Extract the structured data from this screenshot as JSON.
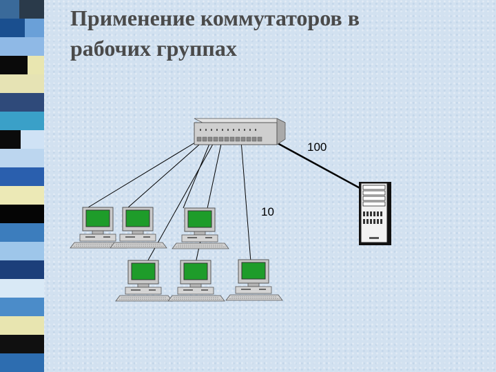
{
  "title": {
    "line1": "Применение коммутаторов в",
    "line2": "рабочих группах"
  },
  "diagram": {
    "uplink_label": "100",
    "access_label": "10",
    "nodes": [
      "switch-icon",
      "server-icon",
      "workstation-icon",
      "workstation-icon",
      "workstation-icon",
      "workstation-icon",
      "workstation-icon",
      "workstation-icon"
    ],
    "colors": {
      "background": "#d2e1f0",
      "screen": "#1e9c2a",
      "device": "#c8c8c8",
      "link": "#000000"
    }
  }
}
